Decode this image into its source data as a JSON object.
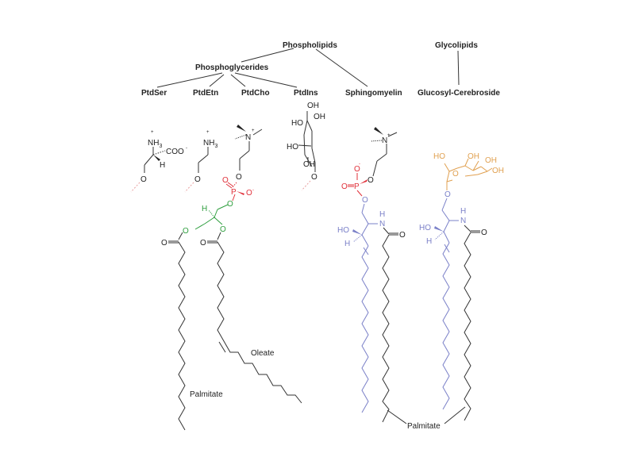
{
  "hierarchy": {
    "phospholipids": "Phospholipids",
    "glycolipids": "Glycolipids",
    "phosphoglycerides": "Phosphoglycerides",
    "ptdser": "PtdSer",
    "ptdetn": "PtdEtn",
    "ptdcho": "PtdCho",
    "ptdins": "PtdIns",
    "sphingomyelin": "Sphingomyelin",
    "glucosyl_cerebroside": "Glucosyl-Cerebroside"
  },
  "atoms": {
    "nh3": "NH",
    "three": "3",
    "plus": "+",
    "minus": "-",
    "coo": "COO",
    "h": "H",
    "o": "O",
    "n": "N",
    "p": "P",
    "oh": "OH",
    "ho": "HO"
  },
  "chain_labels": {
    "palmitate_left": "Palmitate",
    "oleate": "Oleate",
    "palmitate_right": "Palmitate"
  },
  "colors": {
    "text": "#222222",
    "bond": "#333333",
    "phosphate": "#e0303a",
    "glycerol": "#2e9e3e",
    "sphingosine": "#7a80c8",
    "glucose": "#e0a050",
    "dashed_link": "#e8a0a0"
  }
}
